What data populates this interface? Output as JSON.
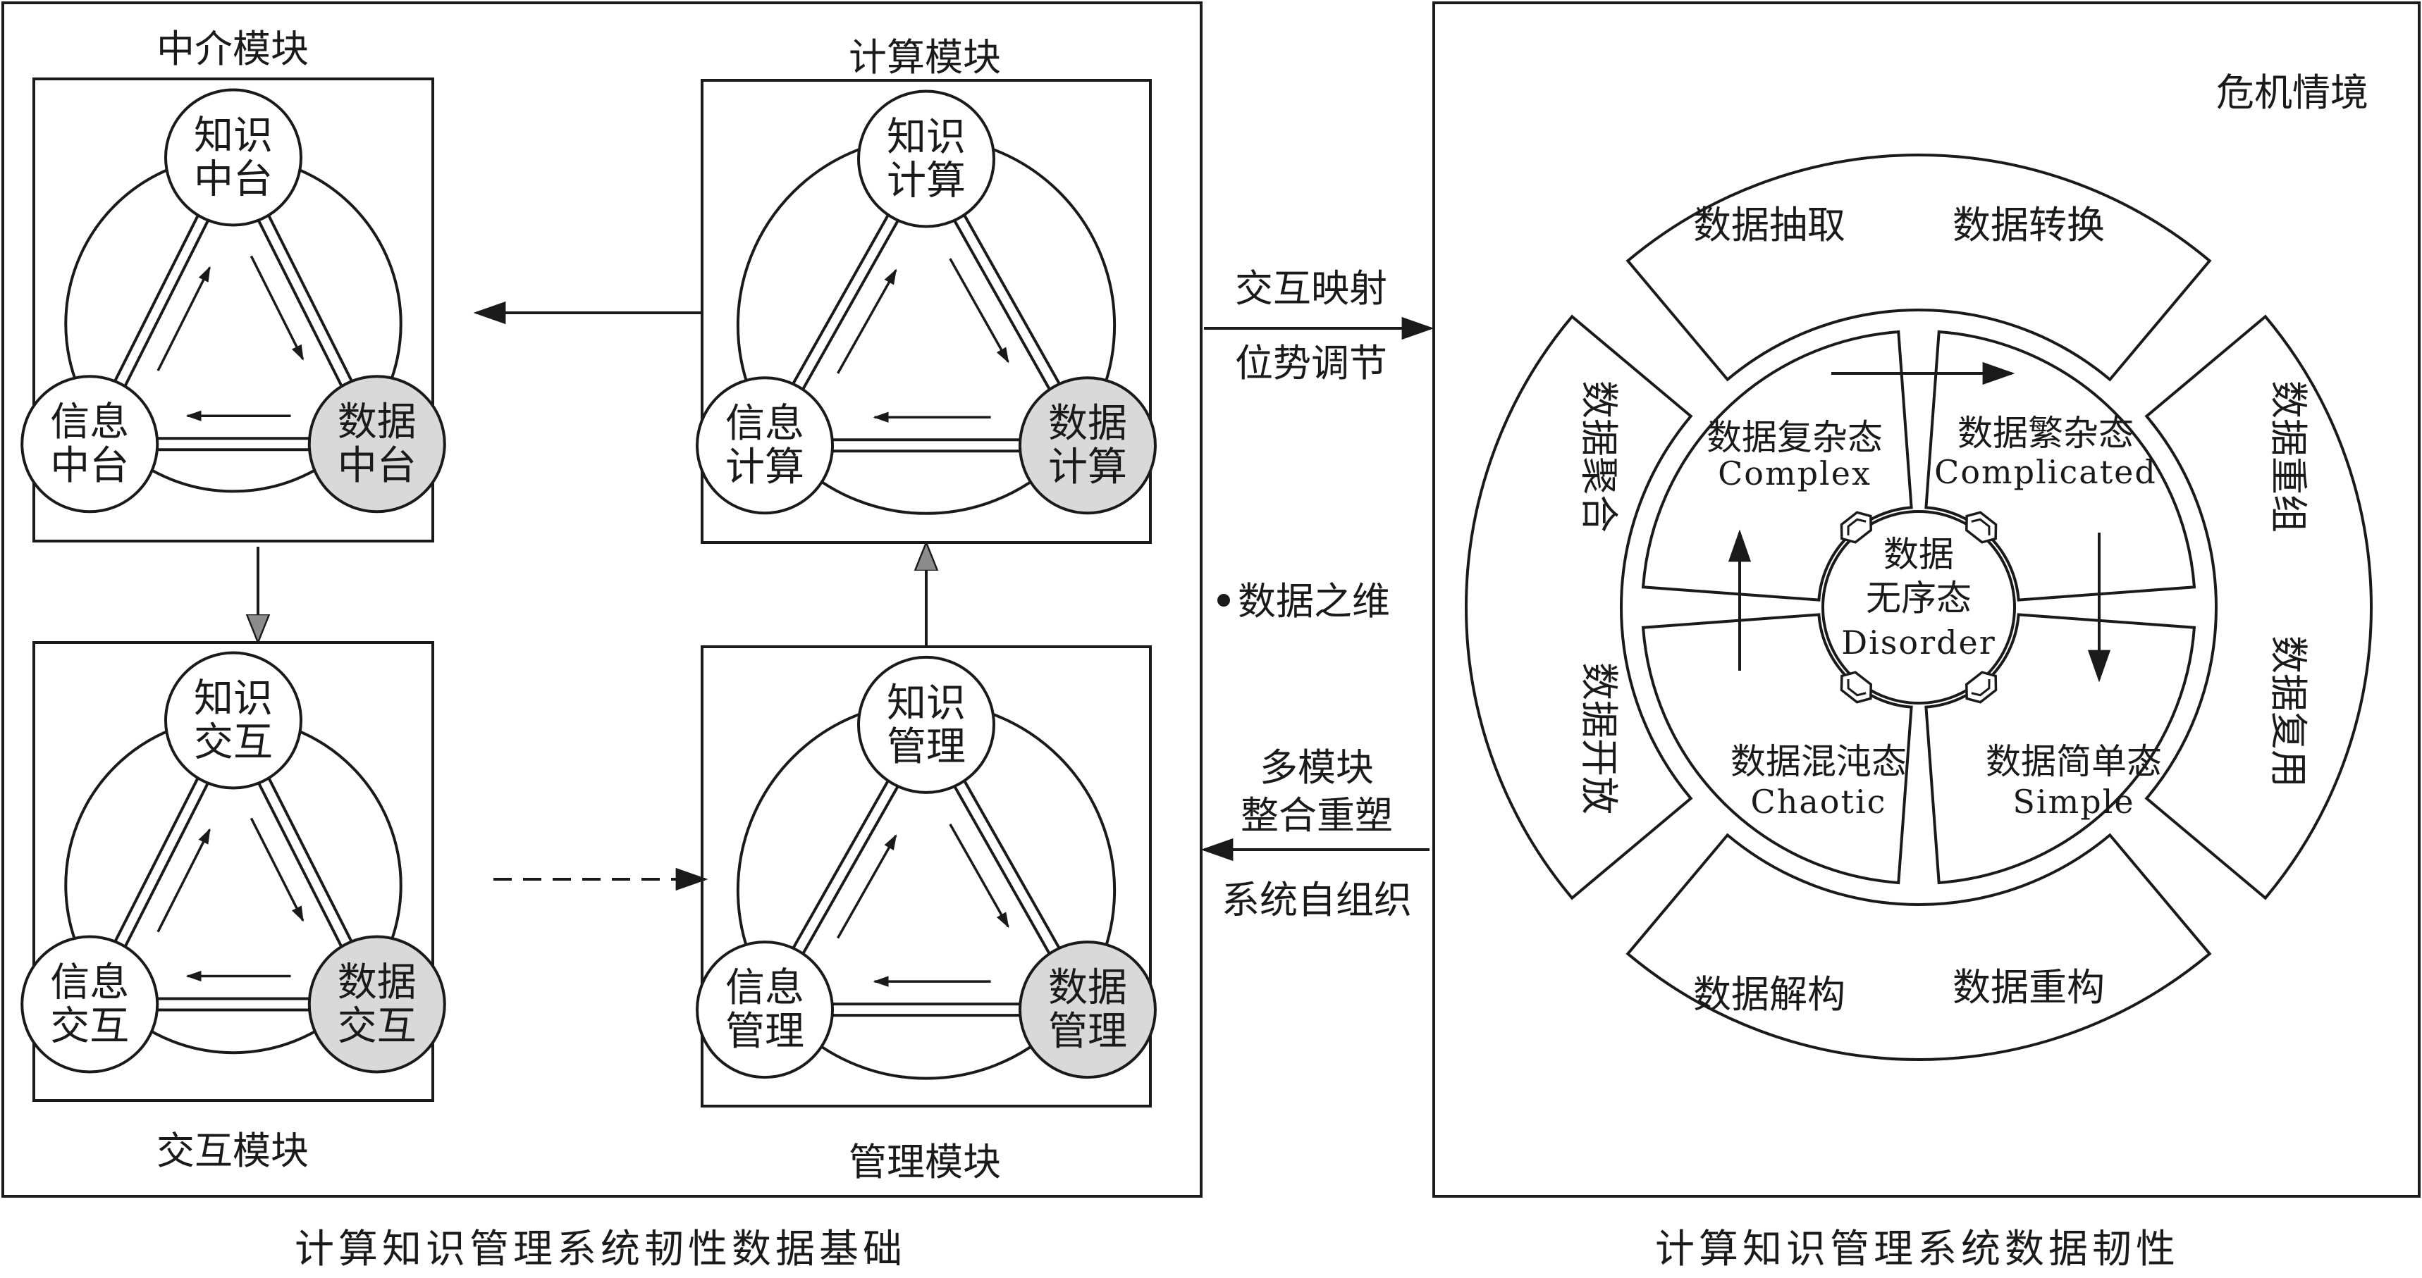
{
  "left_panel": {
    "caption": "计算知识管理系统韧性数据基础",
    "modules": [
      {
        "title": "中介模块",
        "top": [
          "知识",
          "中台"
        ],
        "left": [
          "信息",
          "中台"
        ],
        "right": [
          "数据",
          "中台"
        ]
      },
      {
        "title": "计算模块",
        "top": [
          "知识",
          "计算"
        ],
        "left": [
          "信息",
          "计算"
        ],
        "right": [
          "数据",
          "计算"
        ]
      },
      {
        "title": "交互模块",
        "top": [
          "知识",
          "交互"
        ],
        "left": [
          "信息",
          "交互"
        ],
        "right": [
          "数据",
          "交互"
        ]
      },
      {
        "title": "管理模块",
        "top": [
          "知识",
          "管理"
        ],
        "left": [
          "信息",
          "管理"
        ],
        "right": [
          "数据",
          "管理"
        ]
      }
    ]
  },
  "middle": {
    "top_arrow": [
      "交互映射",
      "位势调节"
    ],
    "bullet": "数据之维",
    "bottom_arrow": [
      "多模块",
      "整合重塑",
      "系统自组织"
    ]
  },
  "right_panel": {
    "caption": "计算知识管理系统数据韧性",
    "context_label": "危机情境",
    "outer_ring": {
      "top": [
        "数据抽取",
        "数据转换"
      ],
      "right": [
        "数据重组",
        "数据复用"
      ],
      "bottom": [
        "数据解构",
        "数据重构"
      ],
      "left": [
        "数据聚合",
        "数据开放"
      ]
    },
    "quadrants": {
      "top_left": {
        "cn": "数据复杂态",
        "en": "Complex"
      },
      "top_right": {
        "cn": "数据繁杂态",
        "en": "Complicated"
      },
      "bottom_left": {
        "cn": "数据混沌态",
        "en": "Chaotic"
      },
      "bottom_right": {
        "cn": "数据简单态",
        "en": "Simple"
      }
    },
    "center": [
      "数据",
      "无序态",
      "Disorder"
    ]
  },
  "colors": {
    "line": "#1a1a1a",
    "node_fill": "#ffffff",
    "data_node_fill": "#d9d9d9",
    "arrow_head_gray": "#8c8c8c"
  }
}
